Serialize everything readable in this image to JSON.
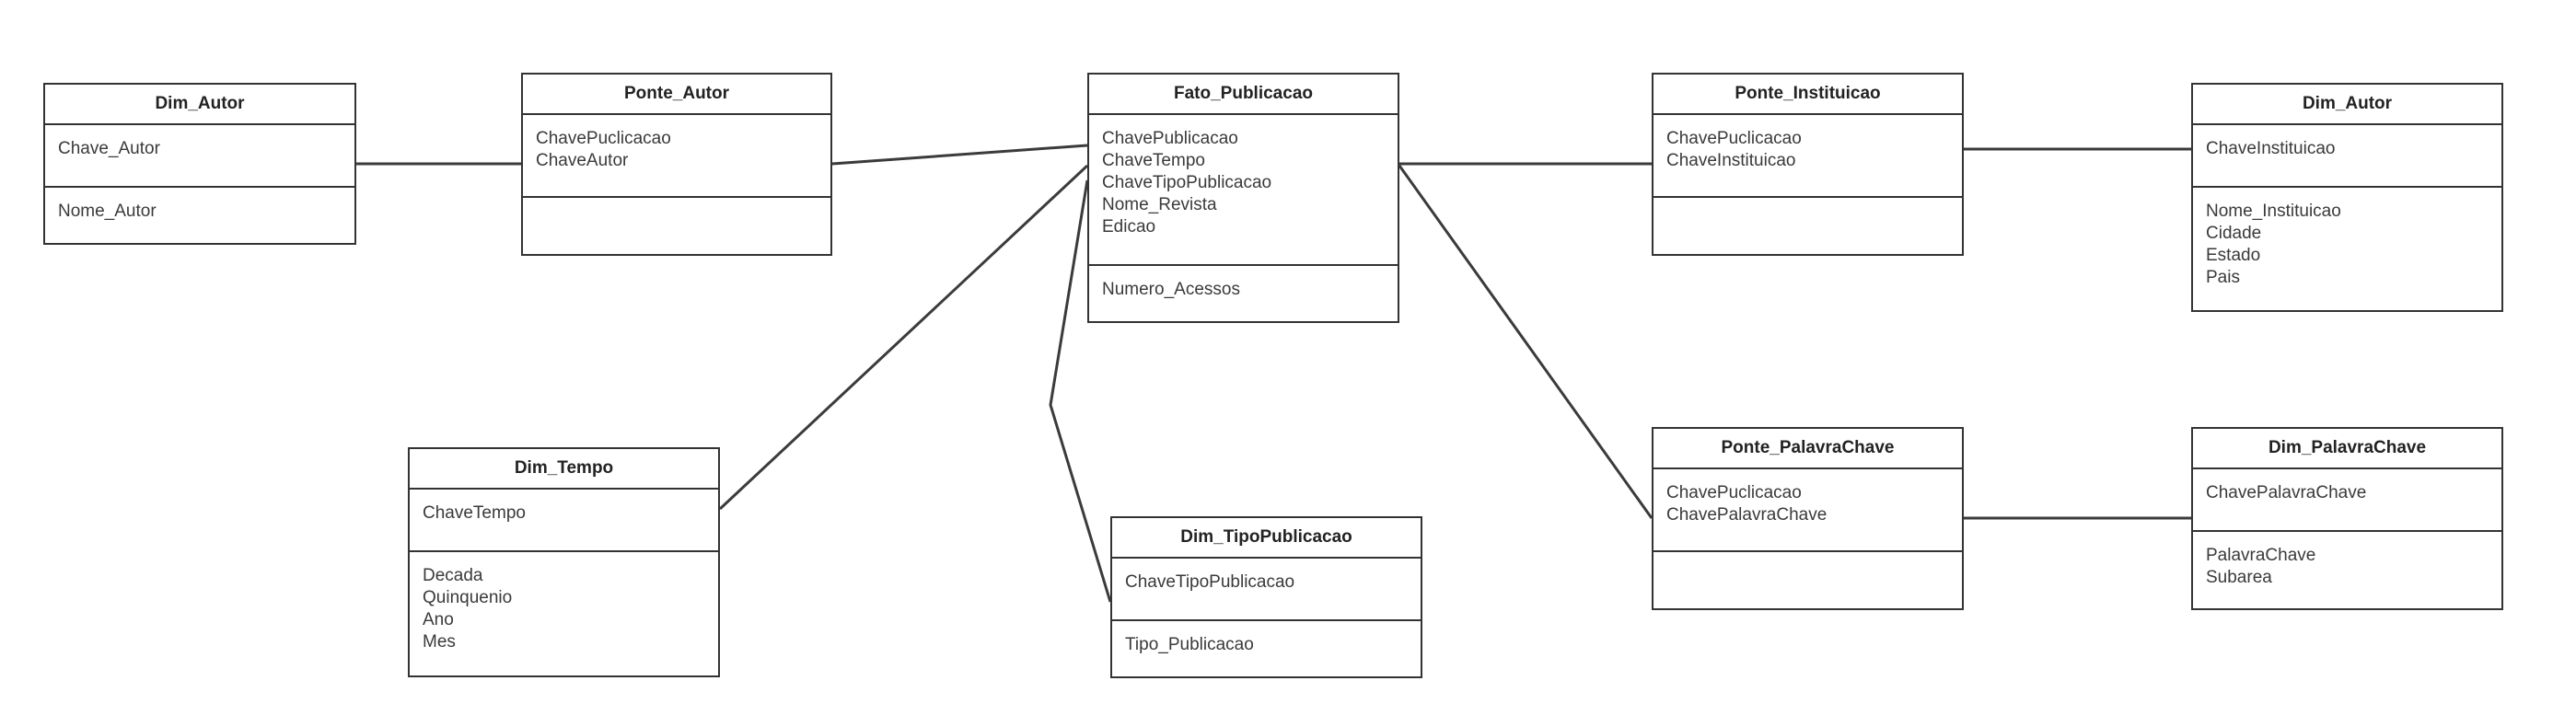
{
  "entities": {
    "dim_autor_left": {
      "title": "Dim_Autor",
      "keys": [
        "Chave_Autor"
      ],
      "attributes": [
        "Nome_Autor"
      ]
    },
    "ponte_autor": {
      "title": "Ponte_Autor",
      "keys": [
        "ChavePuclicacao",
        "ChaveAutor"
      ],
      "attributes": []
    },
    "fato_publicacao": {
      "title": "Fato_Publicacao",
      "keys": [
        "ChavePublicacao",
        "ChaveTempo",
        "ChaveTipoPublicacao",
        "Nome_Revista",
        "Edicao"
      ],
      "attributes": [
        "Numero_Acessos"
      ]
    },
    "ponte_instituicao": {
      "title": "Ponte_Instituicao",
      "keys": [
        "ChavePuclicacao",
        "ChaveInstituicao"
      ],
      "attributes": []
    },
    "dim_autor_right": {
      "title": "Dim_Autor",
      "keys": [
        "ChaveInstituicao"
      ],
      "attributes": [
        "Nome_Instituicao",
        "Cidade",
        "Estado",
        "Pais"
      ]
    },
    "dim_tempo": {
      "title": "Dim_Tempo",
      "keys": [
        "ChaveTempo"
      ],
      "attributes": [
        "Decada",
        "Quinquenio",
        "Ano",
        "Mes"
      ]
    },
    "dim_tipo_publicacao": {
      "title": "Dim_TipoPublicacao",
      "keys": [
        "ChaveTipoPublicacao"
      ],
      "attributes": [
        "Tipo_Publicacao"
      ]
    },
    "ponte_palavra_chave": {
      "title": "Ponte_PalavraChave",
      "keys": [
        "ChavePuclicacao",
        "ChavePalavraChave"
      ],
      "attributes": []
    },
    "dim_palavra_chave": {
      "title": "Dim_PalavraChave",
      "keys": [
        "ChavePalavraChave"
      ],
      "attributes": [
        "PalavraChave",
        "Subarea"
      ]
    }
  },
  "colors": {
    "line": "#3b3b3b",
    "border": "#333333",
    "text": "#3a3a3a",
    "background": "#ffffff"
  }
}
